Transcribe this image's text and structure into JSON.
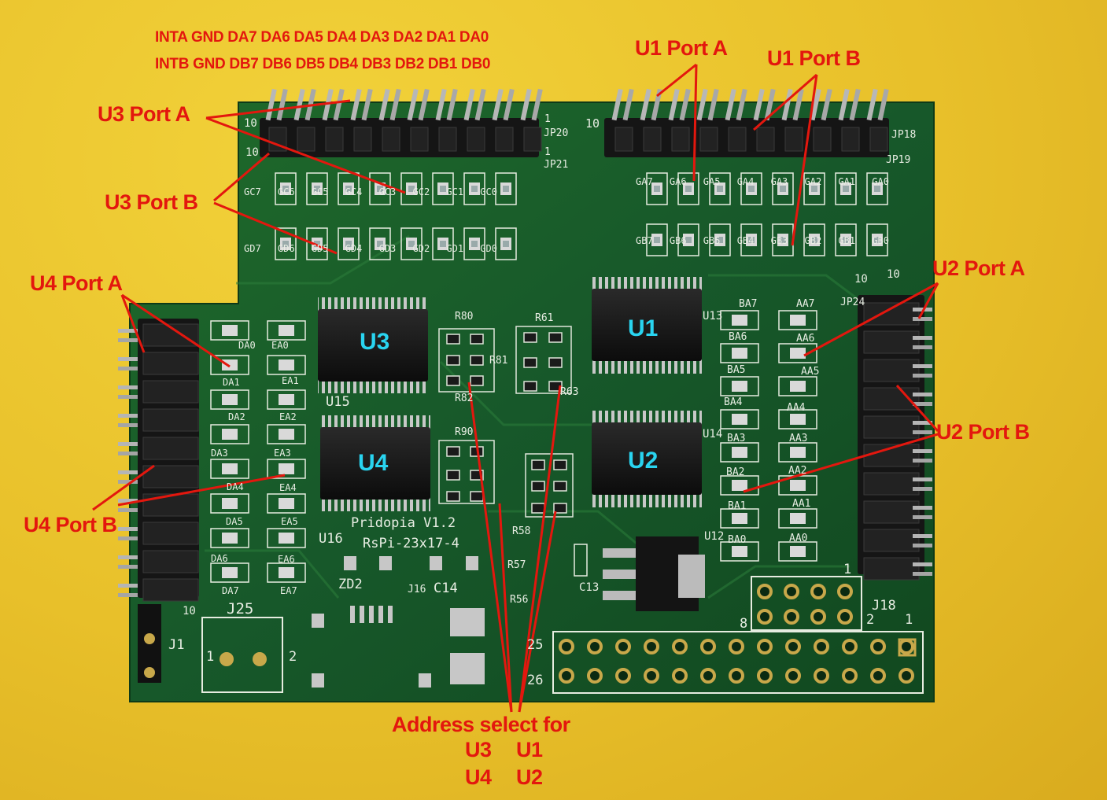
{
  "labels": {
    "pins_row_a": "INTA GND DA7 DA6 DA5 DA4 DA3 DA2 DA1 DA0",
    "pins_row_b": "INTB GND DB7 DB6 DB5 DB4 DB3 DB2 DB1 DB0",
    "u3_port_a": "U3 Port A",
    "u3_port_b": "U3 Port B",
    "u1_port_a": "U1 Port A",
    "u1_port_b": "U1 Port B",
    "u2_port_a": "U2 Port A",
    "u2_port_b": "U2 Port B",
    "u4_port_a": "U4 Port A",
    "u4_port_b": "U4 Port B",
    "address_select": "Address select for",
    "address_u3": "U3",
    "address_u1": "U1",
    "address_u4": "U4",
    "address_u2": "U2"
  },
  "chips": {
    "u1": "U1",
    "u2": "U2",
    "u3": "U3",
    "u4": "U4"
  },
  "silkscreen": {
    "board_name": "Pridopia V1.2",
    "board_id": "RsPi-23x17-4",
    "j25": "J25",
    "j18": "J18",
    "j1": "J1",
    "c14": "C14",
    "c13": "C13",
    "jp20": "JP20",
    "jp21": "JP21",
    "jp18": "JP18",
    "jp19": "JP19",
    "jp24": "JP24",
    "u15": "U15",
    "u16": "U16",
    "u13": "U13",
    "u14": "U14",
    "u12": "U12",
    "r80": "R80",
    "r81": "R81",
    "r82": "R82",
    "r90": "R90",
    "r61": "R61",
    "r63": "R63",
    "r58": "R58",
    "r57": "R57",
    "r56": "R56",
    "zd2": "ZD2",
    "j16": "J16",
    "ba7": "BA7",
    "aa7": "AA7",
    "ba6": "BA6",
    "aa6": "AA6",
    "ba5": "BA5",
    "aa5": "AA5",
    "ba4": "BA4",
    "aa4": "AA4",
    "ba3": "BA3",
    "aa3": "AA3",
    "ba2": "BA2",
    "aa2": "AA2",
    "ba1": "BA1",
    "aa1": "AA1",
    "ba0": "BA0",
    "aa0": "AA0",
    "da0": "DA0",
    "ea0": "EA0",
    "da1": "DA1",
    "ea1": "EA1",
    "da2": "DA2",
    "ea2": "EA2",
    "da3": "DA3",
    "ea3": "EA3",
    "da4": "DA4",
    "ea4": "EA4",
    "da5": "DA5",
    "ea5": "EA5",
    "da6": "DA6",
    "ea6": "EA6",
    "da7": "DA7",
    "ea7": "EA7",
    "gb_row": "GB7 GB6 GB5 GB4 GB3 GB2 GB1 GB0",
    "ga_row": "GA7 GA6 GA5 GA4 GA3 GA2 GA1 GA0",
    "gc_row": "GC7 GC6 GC5 GC4 GC3 GC2 GC1 GC0",
    "gd_row": "GD7 GD6 GD5 GD4 GD3 GD2 GD1 GD0",
    "n1": "1",
    "n2": "2",
    "n8": "8",
    "n10": "10",
    "n25": "25",
    "n26": "26"
  }
}
